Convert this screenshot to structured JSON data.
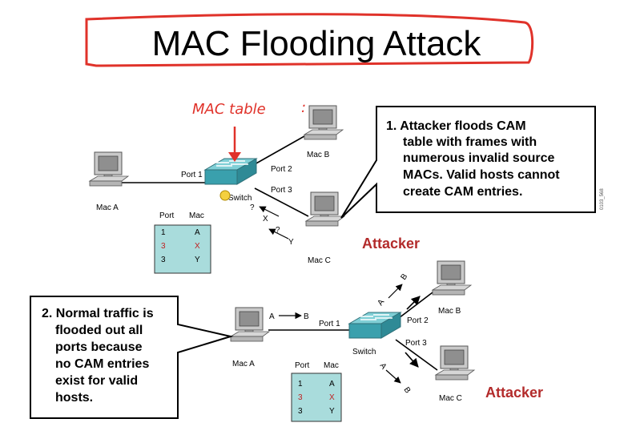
{
  "title": "MAC Flooding Attack",
  "annotation": {
    "handwritten": "MAC table"
  },
  "top": {
    "hosts": {
      "mac_a": "Mac A",
      "mac_b": "Mac B",
      "mac_c": "Mac C"
    },
    "switch_label": "Switch",
    "ports": {
      "p1": "Port 1",
      "p2": "Port 2",
      "p3": "Port 3"
    },
    "flow_labels": {
      "q1": "?",
      "x": "X",
      "q2": "?",
      "y": "Y"
    },
    "cam_table": {
      "headers": [
        "Port",
        "Mac"
      ],
      "rows": [
        {
          "port": "1",
          "mac": "A",
          "invalid": false
        },
        {
          "port": "3",
          "mac": "X",
          "invalid": true
        },
        {
          "port": "3",
          "mac": "Y",
          "invalid": false
        }
      ]
    },
    "attacker_label": "Attacker",
    "callout_lines": [
      "1. Attacker floods CAM",
      "table with frames with",
      "numerous invalid source",
      "MACs. Valid hosts cannot",
      "create CAM entries."
    ],
    "figure_code": "0103_568"
  },
  "bottom": {
    "hosts": {
      "mac_a": "Mac A",
      "mac_b": "Mac B",
      "mac_c": "Mac C"
    },
    "switch_label": "Switch",
    "ports": {
      "p1": "Port 1",
      "p2": "Port 2",
      "p3": "Port 3"
    },
    "flow_labels": {
      "a_in": "A",
      "b_in": "B",
      "a_up": "A",
      "b_up": "B",
      "a_down": "A",
      "b_down": "B"
    },
    "cam_table": {
      "headers": [
        "Port",
        "Mac"
      ],
      "rows": [
        {
          "port": "1",
          "mac": "A",
          "invalid": false
        },
        {
          "port": "3",
          "mac": "X",
          "invalid": true
        },
        {
          "port": "3",
          "mac": "Y",
          "invalid": false
        }
      ]
    },
    "attacker_label": "Attacker",
    "callout_lines": [
      "2. Normal traffic is",
      "flooded out all",
      "ports because",
      "no CAM entries",
      "exist for valid",
      "hosts."
    ]
  },
  "colors": {
    "table_fill": "#a9dcdc",
    "switch_top": "#7fcfd6",
    "switch_side": "#2f8a96",
    "attacker": "#b32b2b",
    "annotation": "#e0322a"
  }
}
